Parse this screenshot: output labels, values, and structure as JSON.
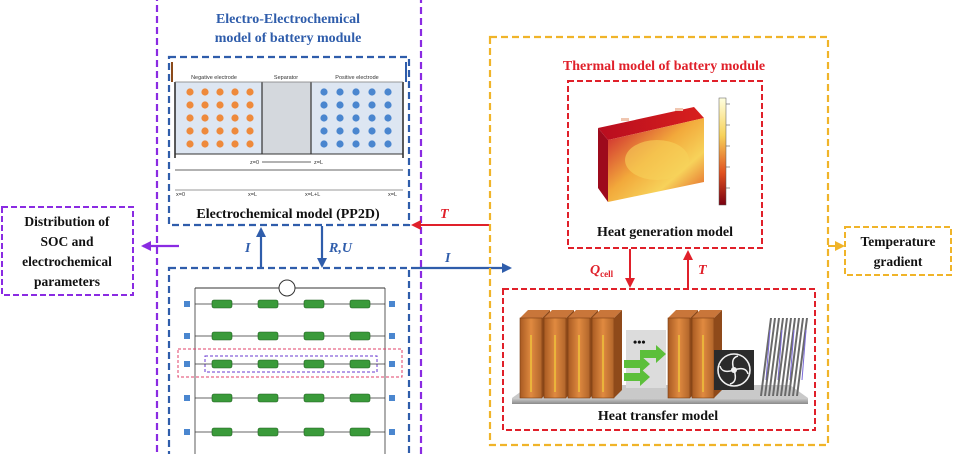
{
  "colors": {
    "purple": "#8a2be2",
    "blue": "#2f5dab",
    "orange": "#f0b429",
    "red": "#e0202a",
    "dot_orange": "#ee8a3c",
    "dot_blue": "#4a86cf",
    "cell_green": "#3a9a3a"
  },
  "left_box": {
    "title_line1": "Electro-Electrochemical",
    "title_line2": "model of battery module",
    "ec_model_label": "Electrochemical model (PP2D)",
    "electrodes": {
      "negative": "Negative electrode",
      "separator": "Separator",
      "positive": "Positive electrode"
    },
    "axis_ticks_upper": [
      "z=0",
      "z=L"
    ],
    "axis_ticks_lower": [
      "x=0",
      "x=L",
      "x=L+L",
      "x=L"
    ]
  },
  "distribution_box": {
    "line1": "Distribution of",
    "line2": "SOC and",
    "line3": "electrochemical",
    "line4": "parameters"
  },
  "arrows": {
    "I_up": "I",
    "RU_down": "R,U",
    "T_left": "T",
    "I_right": "I",
    "Q_cell": "Q",
    "Q_sub": "cell",
    "T_up": "T"
  },
  "thermal_box": {
    "title": "Thermal model of battery module",
    "heat_gen_label": "Heat generation model",
    "heat_transfer_label": "Heat transfer model",
    "ellipsis": "•••"
  },
  "temperature_box": {
    "line1": "Temperature",
    "line2": "gradient"
  }
}
